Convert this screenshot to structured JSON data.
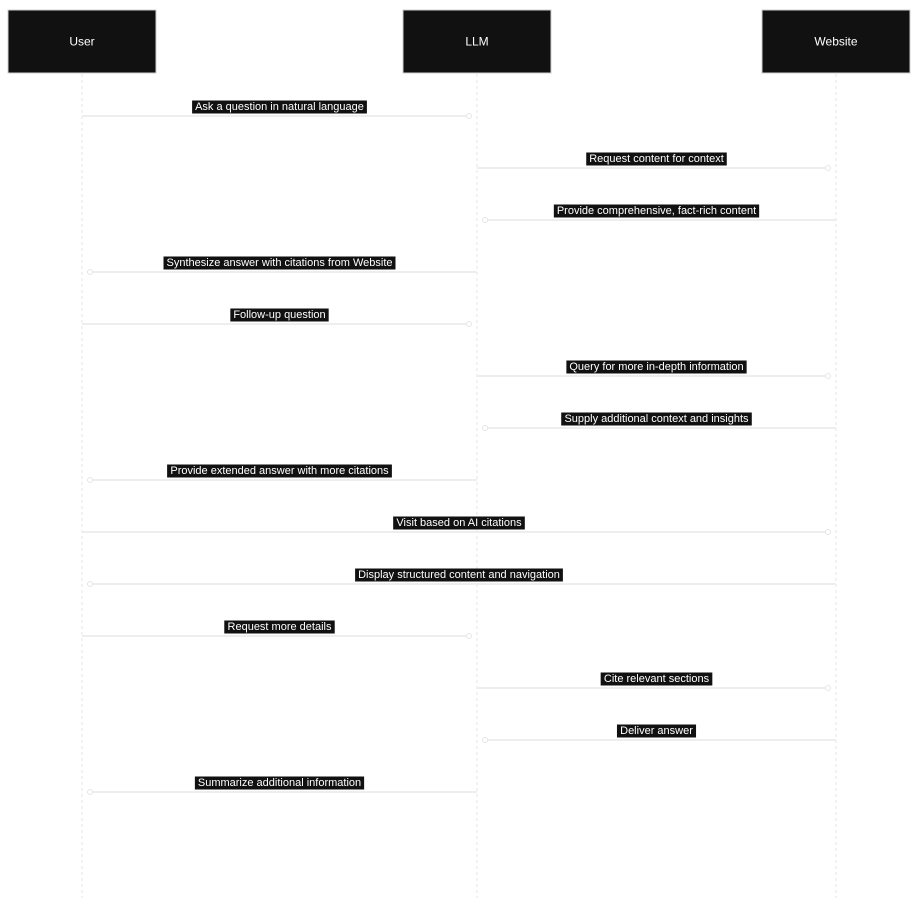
{
  "actors": [
    {
      "id": "user",
      "label": "User"
    },
    {
      "id": "llm",
      "label": "LLM"
    },
    {
      "id": "website",
      "label": "Website"
    }
  ],
  "messages": [
    {
      "from": "user",
      "to": "llm",
      "label": "Ask a question in natural language"
    },
    {
      "from": "llm",
      "to": "website",
      "label": "Request content for context"
    },
    {
      "from": "website",
      "to": "llm",
      "label": "Provide comprehensive, fact-rich content"
    },
    {
      "from": "llm",
      "to": "user",
      "label": "Synthesize answer with citations from Website"
    },
    {
      "from": "user",
      "to": "llm",
      "label": "Follow-up question"
    },
    {
      "from": "llm",
      "to": "website",
      "label": "Query for more in-depth information"
    },
    {
      "from": "website",
      "to": "llm",
      "label": "Supply additional context and insights"
    },
    {
      "from": "llm",
      "to": "user",
      "label": "Provide extended answer with more citations"
    },
    {
      "from": "user",
      "to": "website",
      "label": "Visit based on AI citations"
    },
    {
      "from": "website",
      "to": "user",
      "label": "Display structured content and navigation"
    },
    {
      "from": "user",
      "to": "llm",
      "label": "Request more details"
    },
    {
      "from": "llm",
      "to": "website",
      "label": "Cite relevant sections"
    },
    {
      "from": "website",
      "to": "llm",
      "label": "Deliver answer"
    },
    {
      "from": "llm",
      "to": "user",
      "label": "Summarize additional information"
    }
  ]
}
